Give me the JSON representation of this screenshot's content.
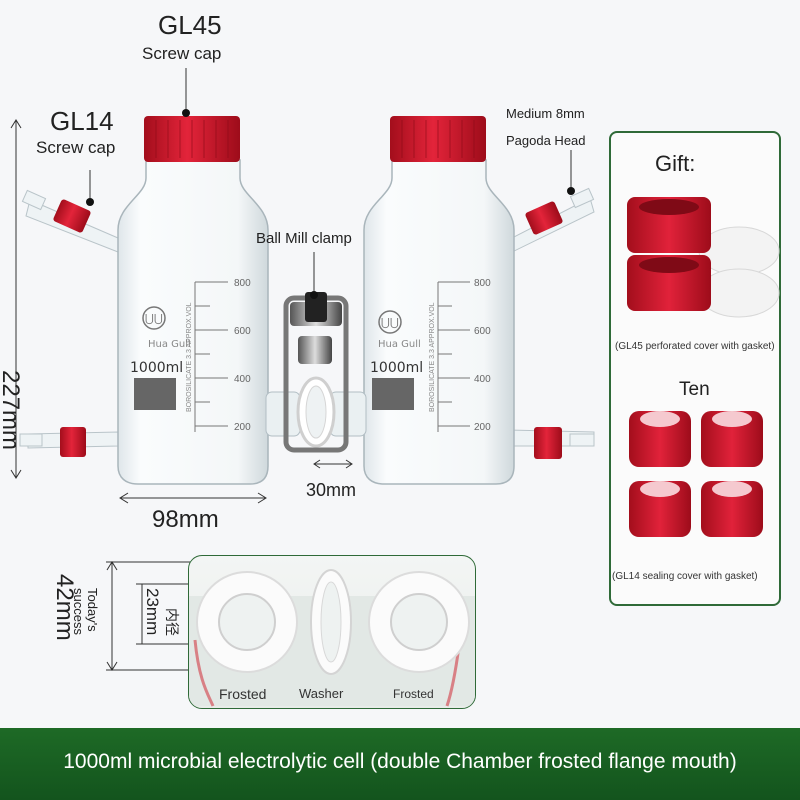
{
  "labels": {
    "gl45": "GL45",
    "gl45_sub": "Screw cap",
    "gl14": "GL14",
    "gl14_sub": "Screw cap",
    "pagoda_line1": "Medium 8mm",
    "pagoda_line2": "Pagoda Head",
    "clamp": "Ball Mill clamp",
    "height": "227mm",
    "width": "98mm",
    "gap": "30mm",
    "flange_height": "42mm",
    "inner_diameter": "23mm",
    "inner_diameter_cn": "内径",
    "today_line1": "Today's",
    "today_line2": "success"
  },
  "bottle": {
    "brand": "Hua Gull",
    "volume": "1000ml",
    "vertical_text": "BOROSILICATE 3.3  APPROX.VOL",
    "graduations": [
      "800",
      "600",
      "400",
      "200"
    ]
  },
  "detail": {
    "left_label": "Frosted",
    "center_label": "Washer",
    "right_label": "Frosted"
  },
  "gift": {
    "title": "Gift:",
    "gl45_caption": "(GL45 perforated cover with gasket)",
    "count_word": "Ten",
    "gl14_caption": "(GL14 sealing cover with gasket)"
  },
  "banner": {
    "text": "1000ml microbial electrolytic cell (double Chamber frosted flange mouth)"
  },
  "colors": {
    "cap_red": "#d0162a",
    "frame_green": "#2f6a38",
    "banner_green": "#1b6323"
  }
}
